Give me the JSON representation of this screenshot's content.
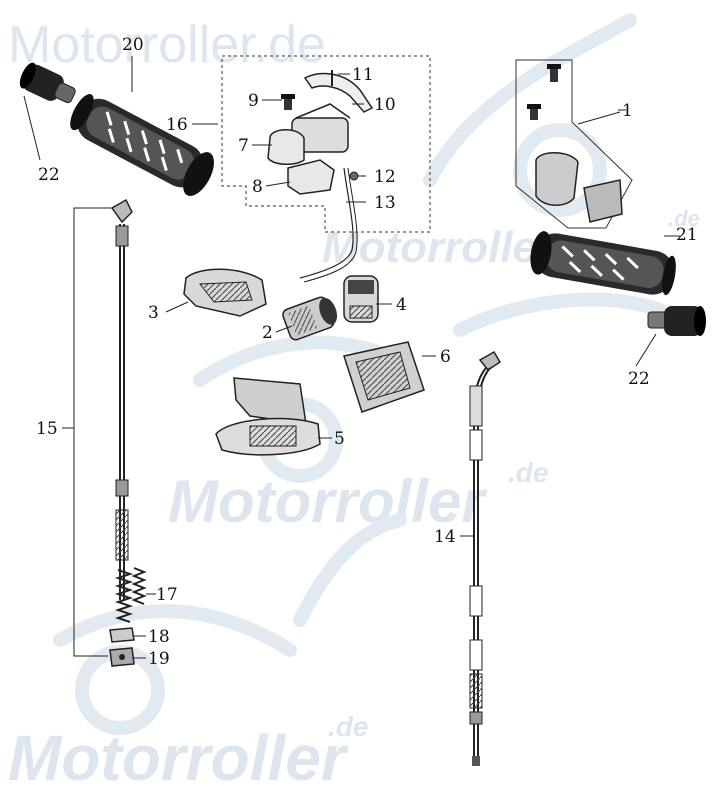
{
  "watermark": {
    "top": "Motorroller.de",
    "mid_brand": "Motorroller",
    "mid_suffix": ".de",
    "center_brand": "Motorroller",
    "center_suffix": ".de",
    "bottom_brand": "Motorroller",
    "bottom_suffix": ".de",
    "color": "#dde6ee"
  },
  "callouts": {
    "n1": "1",
    "n2": "2",
    "n3": "3",
    "n4": "4",
    "n5": "5",
    "n6": "6",
    "n7": "7",
    "n8": "8",
    "n9": "9",
    "n10": "10",
    "n11": "11",
    "n12": "12",
    "n13": "13",
    "n14": "14",
    "n15": "15",
    "n16": "16",
    "n17": "17",
    "n18": "18",
    "n19": "19",
    "n20": "20",
    "n21": "21",
    "n22_left": "22",
    "n22_right": "22"
  }
}
